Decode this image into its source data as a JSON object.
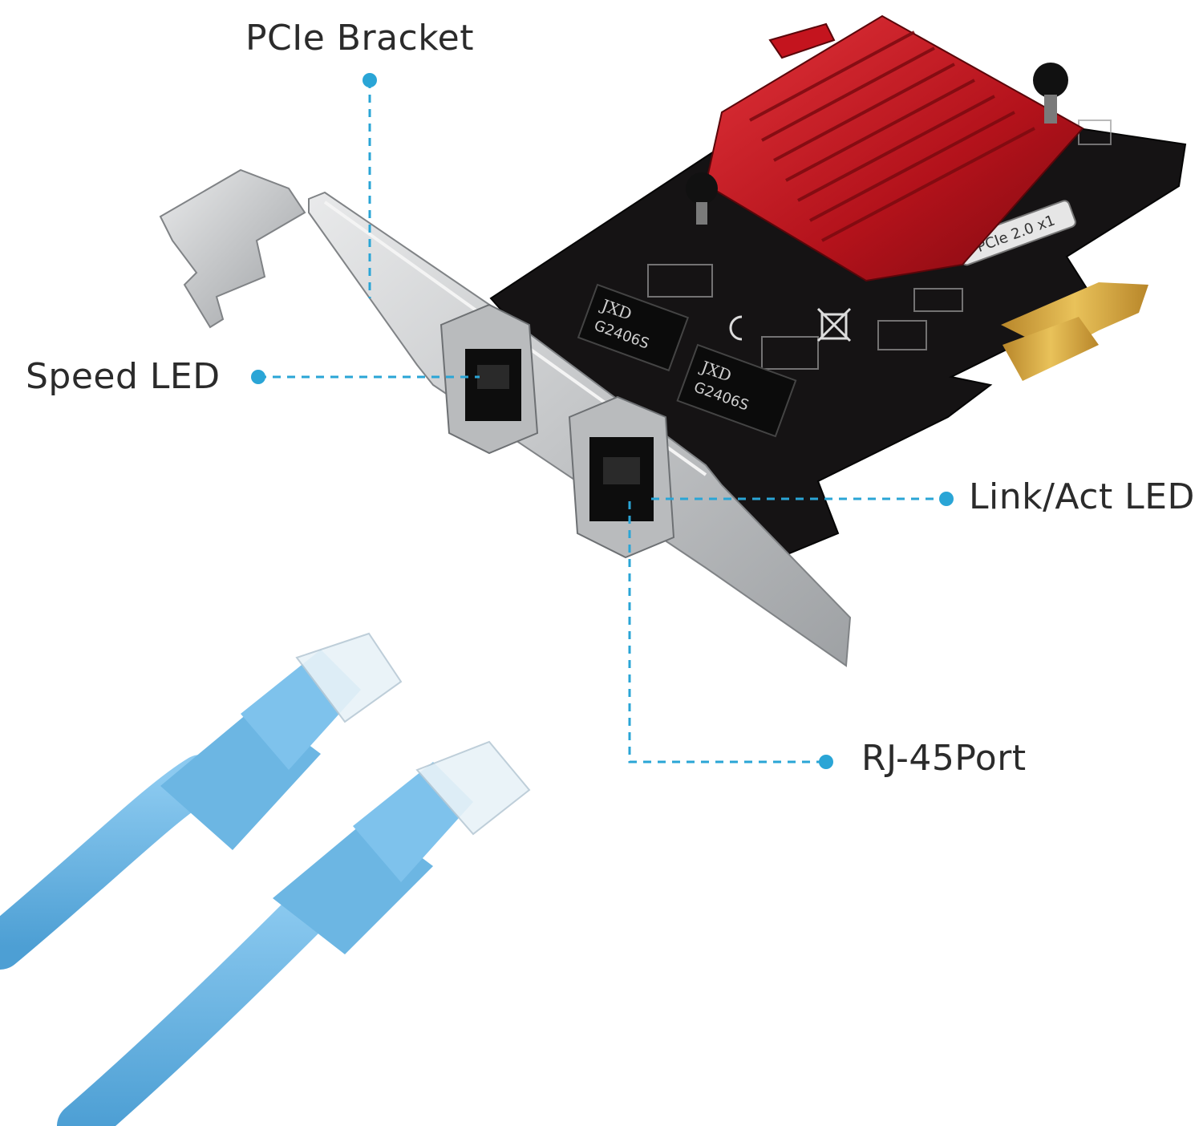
{
  "callouts": {
    "pcie_bracket": "PCIe Bracket",
    "speed_led": "Speed LED",
    "link_act_led": "Link/Act LED",
    "rj45_port": "RJ-45Port"
  },
  "board_print": {
    "interface_tag": "PCIe 2.0 x1",
    "chip_brand": "JXD",
    "chip_model": "G2406S"
  },
  "colors": {
    "callout_line": "#2aa5d6",
    "heatsink": "#c4141e",
    "pcb": "#151314",
    "bracket": "#c9cbcd",
    "cable": "#6cb6e3",
    "gold_fingers": "#d4a637"
  }
}
